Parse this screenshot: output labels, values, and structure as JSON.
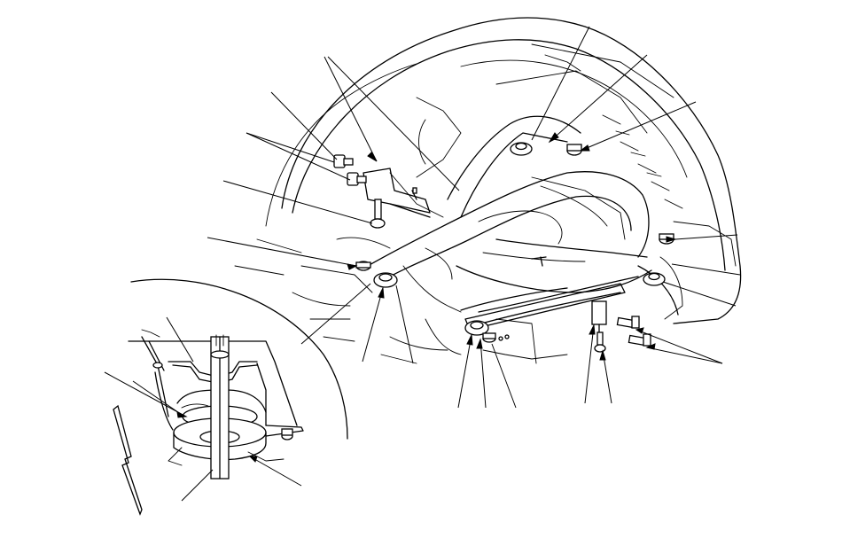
{
  "diagram": {
    "description_visible_text": [],
    "callouts": [
      {
        "id": "c1"
      },
      {
        "id": "c2"
      },
      {
        "id": "c3"
      },
      {
        "id": "c4"
      },
      {
        "id": "c5"
      },
      {
        "id": "c6"
      },
      {
        "id": "c7"
      },
      {
        "id": "c8"
      },
      {
        "id": "c9"
      },
      {
        "id": "c10"
      },
      {
        "id": "c11"
      },
      {
        "id": "c12"
      },
      {
        "id": "c13"
      },
      {
        "id": "c14"
      },
      {
        "id": "c15"
      },
      {
        "id": "c16"
      },
      {
        "id": "c17"
      },
      {
        "id": "c18"
      },
      {
        "id": "c19"
      },
      {
        "id": "c20"
      }
    ]
  }
}
